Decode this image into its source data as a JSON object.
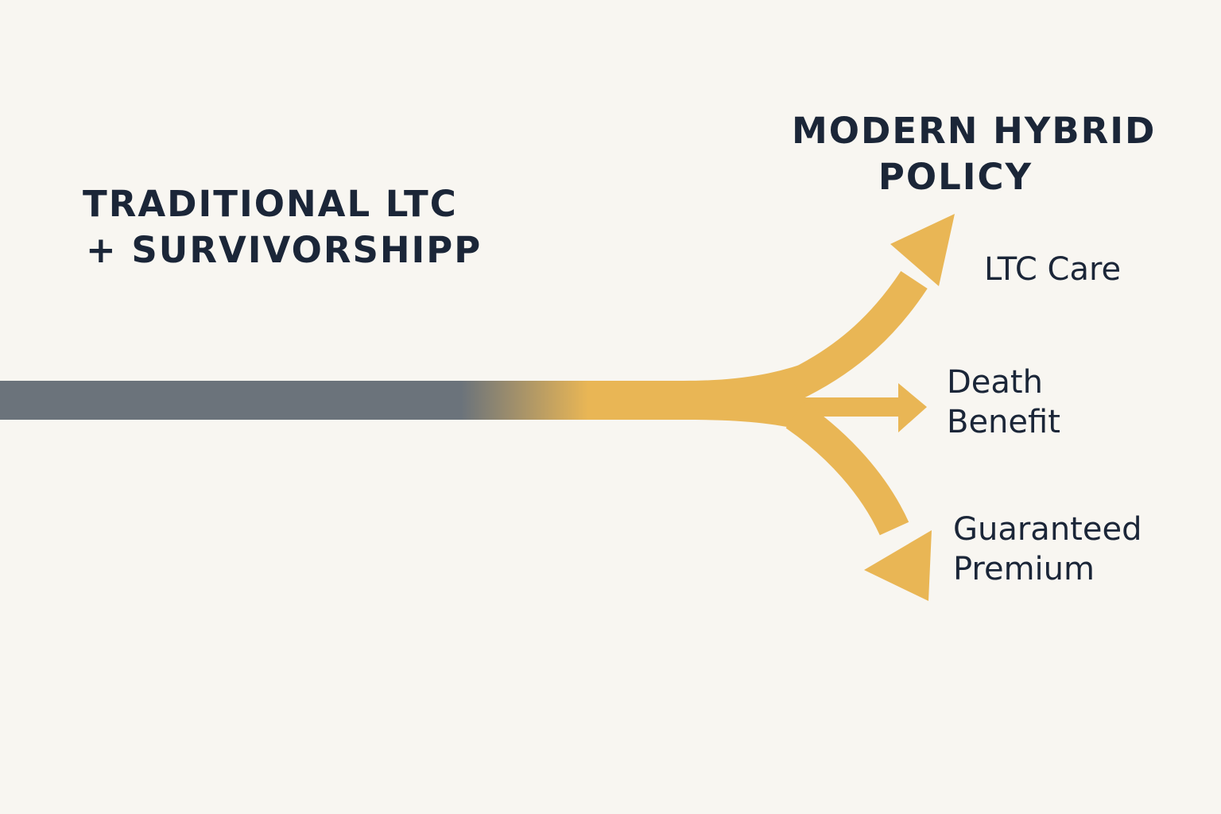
{
  "diagram": {
    "source": {
      "line1": "TRADITIONAL LTC",
      "line2": "+ SURVIVORSHIPP"
    },
    "target": {
      "line1": "MODERN HYBRID",
      "line2": "POLICY"
    },
    "branches": [
      {
        "lines": [
          "LTC Care"
        ]
      },
      {
        "lines": [
          "Death",
          "Benefit"
        ]
      },
      {
        "lines": [
          "Guaranteed",
          "Premium"
        ]
      }
    ],
    "colors": {
      "background": "#f8f6f1",
      "traditional": "#6b737b",
      "hybrid": "#e9b655",
      "text": "#1b2638"
    }
  }
}
